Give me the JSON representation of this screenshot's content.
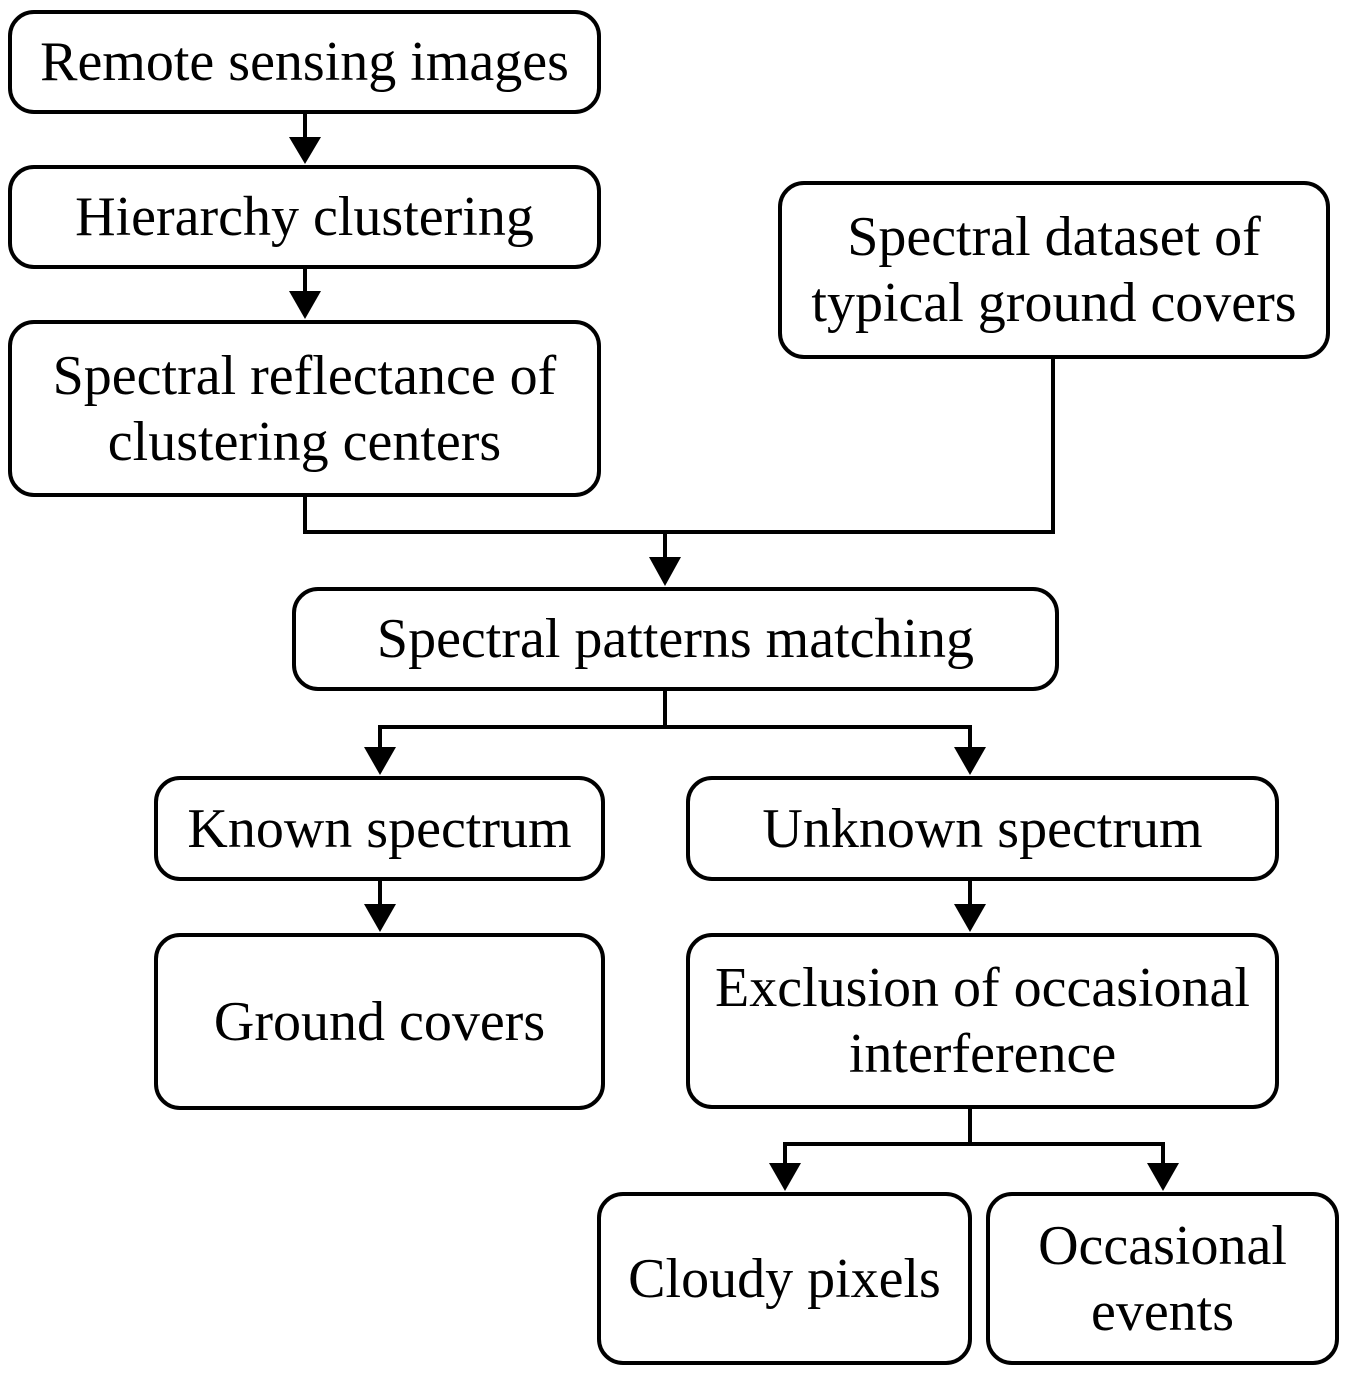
{
  "nodes": {
    "remote_sensing": {
      "lines": [
        "Remote sensing images"
      ]
    },
    "hierarchy": {
      "lines": [
        "Hierarchy clustering"
      ]
    },
    "reflectance": {
      "lines": [
        "Spectral reflectance of",
        "clustering centers"
      ]
    },
    "dataset": {
      "lines": [
        "Spectral dataset of",
        "typical ground covers"
      ]
    },
    "matching": {
      "lines": [
        "Spectral patterns matching"
      ]
    },
    "known": {
      "lines": [
        "Known spectrum"
      ]
    },
    "unknown": {
      "lines": [
        "Unknown spectrum"
      ]
    },
    "ground_covers": {
      "lines": [
        "Ground covers"
      ]
    },
    "exclusion": {
      "lines": [
        "Exclusion of occasional",
        "interference"
      ]
    },
    "cloudy": {
      "lines": [
        "Cloudy pixels"
      ]
    },
    "occasional": {
      "lines": [
        "Occasional",
        "events"
      ]
    }
  },
  "colors": {
    "line": "#000000",
    "background": "#ffffff"
  }
}
